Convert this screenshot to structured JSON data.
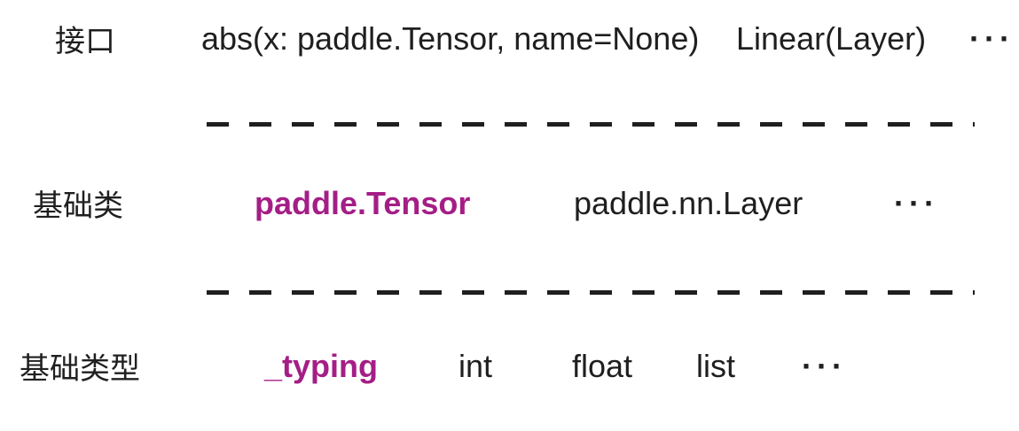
{
  "colors": {
    "background": "#ffffff",
    "text": "#1f1f1f",
    "accent": "#a41e86",
    "divider": "#1f1f1f"
  },
  "rows": [
    {
      "label": "接口",
      "items": [
        {
          "text": "abs(x: paddle.Tensor, name=None)",
          "accent": false
        },
        {
          "text": "Linear(Layer)",
          "accent": false
        },
        {
          "text": "···",
          "accent": false
        }
      ]
    },
    {
      "label": "基础类",
      "items": [
        {
          "text": "paddle.Tensor",
          "accent": true
        },
        {
          "text": "paddle.nn.Layer",
          "accent": false
        },
        {
          "text": "···",
          "accent": false
        }
      ]
    },
    {
      "label": "基础类型",
      "items": [
        {
          "text": "_typing",
          "accent": true
        },
        {
          "text": "int",
          "accent": false
        },
        {
          "text": "float",
          "accent": false
        },
        {
          "text": "list",
          "accent": false
        },
        {
          "text": "···",
          "accent": false
        }
      ]
    }
  ]
}
